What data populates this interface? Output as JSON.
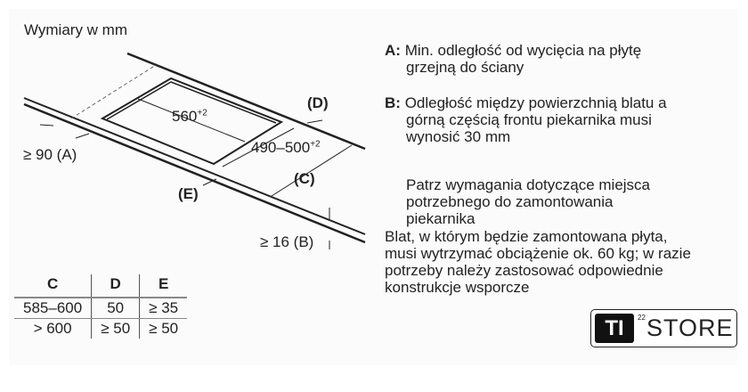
{
  "title": "Wymiary w mm",
  "diagram": {
    "dim_length": "560",
    "dim_length_tol": "+2",
    "dim_depth": "490–500",
    "dim_depth_tol": "+2",
    "label_a": "≥ 90 (A)",
    "label_b": "≥ 16 (B)",
    "label_c": "(C)",
    "label_d": "(D)",
    "label_e": "(E)"
  },
  "notes": {
    "a_key": "A:",
    "a_line1": "Min. odległość od wycięcia na płytę",
    "a_line2": "grzejną do ściany",
    "b_key": "B:",
    "b_line1": "Odległość między powierzchnią blatu a",
    "b_line2": "górną częścią frontu piekarnika musi",
    "b_line3": "wynosić 30 mm",
    "p_line1": "Patrz wymagania dotyczące miejsca",
    "p_line2": "potrzebnego do zamontowania",
    "p_line3": "piekarnika",
    "w_line1": "Blat, w którym będzie zamontowana płyta,",
    "w_line2": "musi wytrzymać obciążenie ok. 60 kg; w razie",
    "w_line3": "potrzeby należy zastosować odpowiednie",
    "w_line4": "konstrukcje wsporcze"
  },
  "table": {
    "headers": [
      "C",
      "D",
      "E"
    ],
    "rows": [
      [
        "585–600",
        "50",
        "≥ 35"
      ],
      [
        "> 600",
        "≥ 50",
        "≥ 50"
      ]
    ]
  },
  "logo": {
    "ti": "TI",
    "sup": "22",
    "store": "STORE"
  }
}
